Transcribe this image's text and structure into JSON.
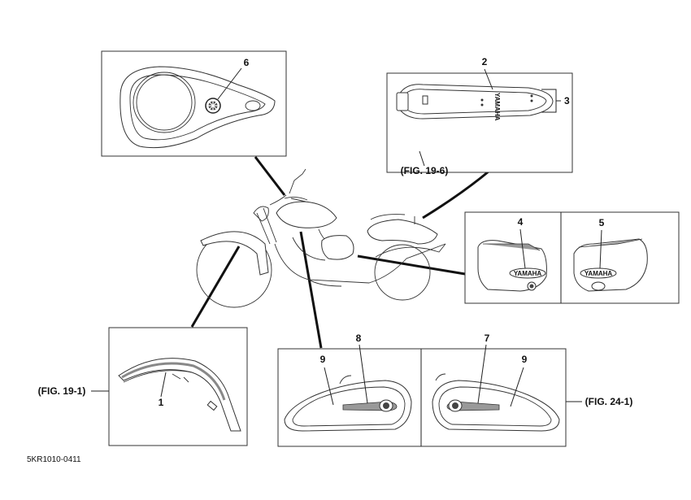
{
  "diagram_code": "5KR1010-0411",
  "callouts": {
    "c1": "1",
    "c2": "2",
    "c3": "3",
    "c4": "4",
    "c5": "5",
    "c6": "6",
    "c7": "7",
    "c8": "8",
    "c9a": "9",
    "c9b": "9"
  },
  "fig_refs": {
    "seat": "(FIG. 19-6)",
    "fender": "(FIG. 19-1)",
    "tank": "(FIG. 24-1)"
  },
  "brand_labels": {
    "seat": "YAMAHA",
    "cover_left": "YAMAHA",
    "cover_right": "YAMAHA"
  },
  "colors": {
    "line": "#222222",
    "shade": "#999999",
    "background": "#ffffff"
  }
}
